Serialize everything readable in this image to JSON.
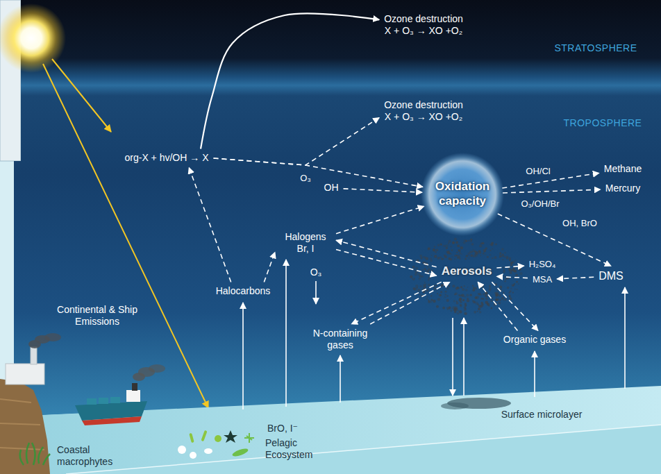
{
  "diagram": {
    "nodes": [
      {
        "text": [
          "Ozone destruction",
          "X + O₃ → XO +O₂"
        ]
      },
      {
        "text": [
          "org-X + hv/OH → X"
        ]
      },
      {
        "text": [
          "Ozone destruction",
          "X + O₃ → XO +O₂"
        ]
      },
      {
        "text": [
          "Methane"
        ]
      },
      {
        "text": [
          "OH"
        ]
      },
      {
        "text": [
          "Oxidation capacity"
        ]
      },
      {
        "text": [
          "Mercury"
        ]
      },
      {
        "text": [
          "Halogens Br, I"
        ]
      },
      {
        "text": [
          "Aerosols"
        ]
      },
      {
        "text": [
          "H₂SO₄"
        ]
      },
      {
        "text": [
          "MSA"
        ]
      },
      {
        "text": [
          "DMS"
        ]
      },
      {
        "text": [
          "Halocarbons"
        ]
      },
      {
        "text": [
          "N-containing gases"
        ]
      },
      {
        "text": [
          "Organic gases"
        ]
      }
    ],
    "edges": [
      {
        "from": 1,
        "to": 0,
        "arrow": "to"
      },
      {
        "from": 1,
        "to": 2,
        "arrow": "to"
      },
      {
        "from": 1,
        "to": 5,
        "arrow": "to",
        "label": "O₃"
      },
      {
        "from": 4,
        "to": 5,
        "arrow": "to"
      },
      {
        "from": 7,
        "to": 5,
        "arrow": "to"
      },
      {
        "from": 5,
        "to": 3,
        "arrow": "to",
        "label": "OH/Cl"
      },
      {
        "from": 5,
        "to": 6,
        "arrow": "to",
        "label": "O₃/OH/Br"
      },
      {
        "from": 5,
        "to": 11,
        "arrow": "to",
        "label": "OH, BrO"
      },
      {
        "from": 12,
        "to": 1,
        "arrow": "to"
      },
      {
        "from": 12,
        "to": 7,
        "arrow": "to"
      },
      {
        "from": 7,
        "to": 8,
        "arrow": "to"
      },
      {
        "from": 8,
        "to": 7,
        "arrow": "to"
      },
      {
        "from": 8,
        "to": 9,
        "arrow": "to"
      },
      {
        "from": 10,
        "to": 8,
        "arrow": "to"
      },
      {
        "from": 11,
        "to": 10,
        "arrow": "to"
      },
      {
        "from": 13,
        "to": 8,
        "arrow": "to"
      },
      {
        "from": 8,
        "to": 13,
        "arrow": "to"
      },
      {
        "from": 14,
        "to": 8,
        "arrow": "to"
      },
      {
        "from": 8,
        "to": 14,
        "arrow": "to"
      }
    ],
    "labels": [
      "STRATOSPHERE",
      "TROPOSPHERE",
      "Continental & Ship Emissions",
      "O₃",
      "BrO, I⁻",
      "Coastal macrophytes",
      "Pelagic Ecosystem",
      "Surface microlayer"
    ]
  }
}
